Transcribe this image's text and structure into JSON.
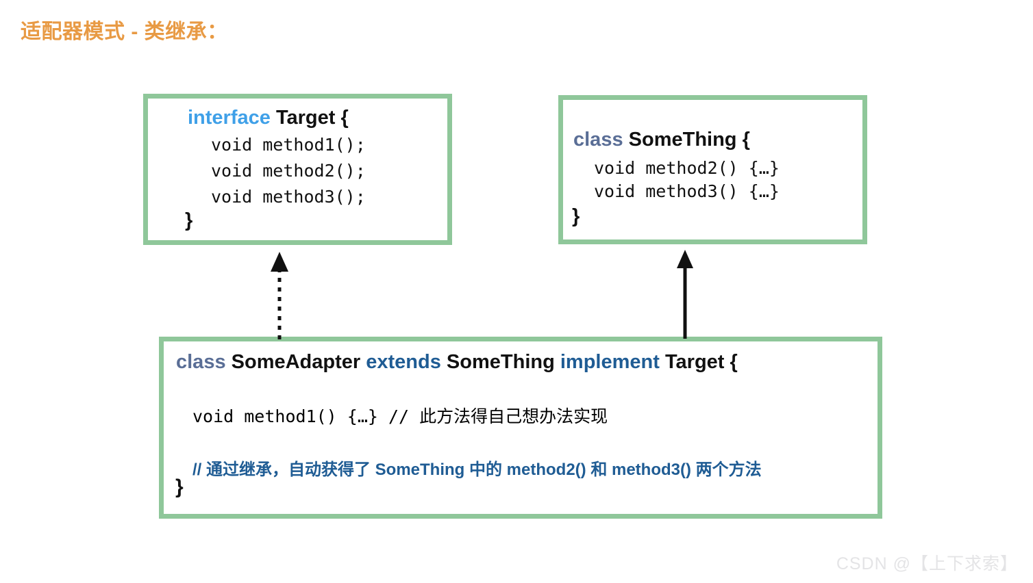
{
  "page": {
    "title": "适配器模式 - 类继承：",
    "title_color": "#E89A44",
    "background": "#ffffff",
    "box_border_color": "#8FC79A"
  },
  "colors": {
    "keyword_interface": "#3FA0E8",
    "keyword_class": "#5A6E96",
    "keyword_extends": "#1F5C94",
    "code_text": "#111111",
    "watermark": "#E4E4E6"
  },
  "boxes": {
    "target": {
      "name": "Target interface box",
      "keyword": "interface",
      "type_name": "Target {",
      "members": [
        "void method1();",
        "void method2();",
        "void method3();"
      ],
      "close_brace": "}"
    },
    "something": {
      "name": "SomeThing class box",
      "keyword": "class",
      "type_name": "SomeThing {",
      "members": [
        "void method2() {…}",
        "void method3() {…}"
      ],
      "close_brace": "}"
    },
    "adapter": {
      "name": "SomeAdapter class box",
      "keyword_class": "class",
      "class_name": "SomeAdapter",
      "keyword_extends": "extends",
      "super_name": "SomeThing",
      "keyword_implement": "implement",
      "interface_name": "Target {",
      "body_line": "void method1() {…} // 此方法得自己想办法实现",
      "comment_line": "// 通过继承，自动获得了 SomeThing 中的 method2() 和 method3() 两个方法",
      "close_brace": "}"
    }
  },
  "arrows": {
    "implements": {
      "icon": "dotted-arrow-up-icon",
      "style": "dotted",
      "from": "SomeAdapter",
      "to": "Target"
    },
    "extends": {
      "icon": "solid-arrow-up-icon",
      "style": "solid",
      "from": "SomeAdapter",
      "to": "SomeThing"
    }
  },
  "watermark": {
    "text": "CSDN @【上下求索】"
  }
}
